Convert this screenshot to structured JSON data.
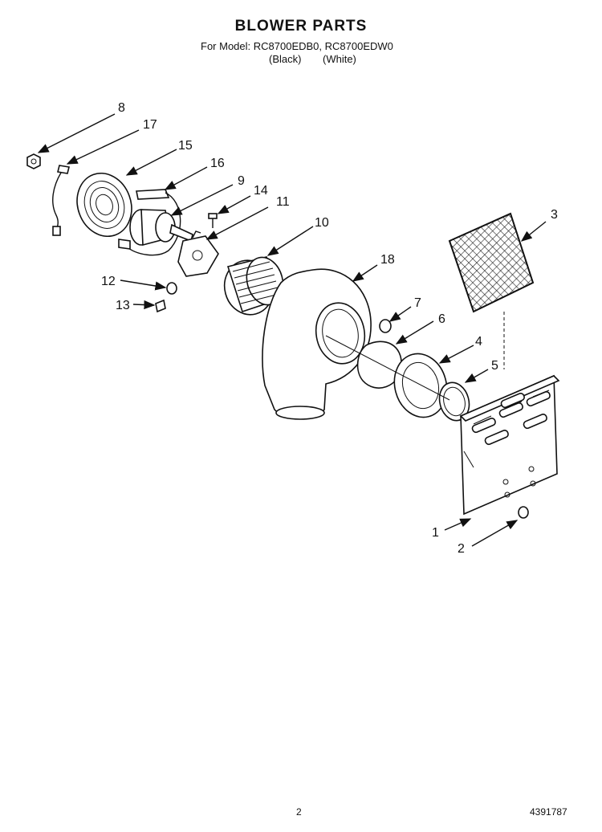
{
  "header": {
    "title": "BLOWER PARTS",
    "models_line": "For Model: RC8700EDB0, RC8700EDW0",
    "color_black": "(Black)",
    "color_white": "(White)"
  },
  "callouts": [
    "8",
    "17",
    "15",
    "16",
    "9",
    "14",
    "11",
    "10",
    "12",
    "13",
    "18",
    "7",
    "6",
    "4",
    "5",
    "3",
    "1",
    "2"
  ],
  "footer": {
    "page_number": "2",
    "doc_number": "4391787"
  }
}
